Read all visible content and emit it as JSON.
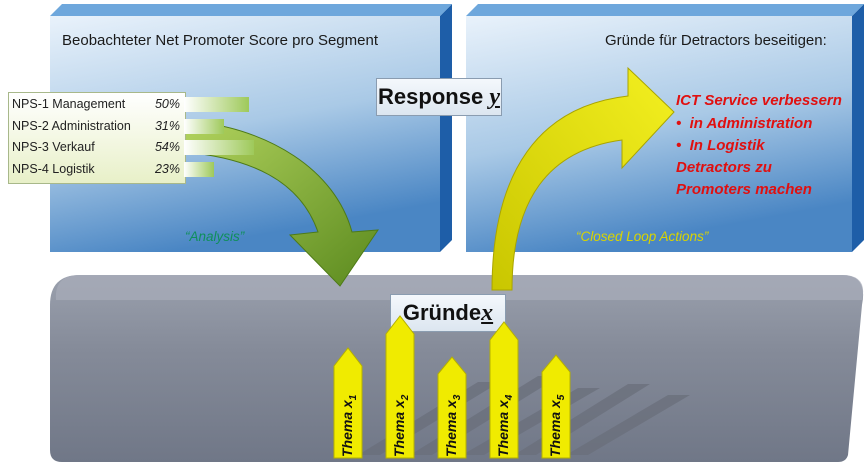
{
  "panels": {
    "left_title": "Beobachteter Net Promoter Score pro Segment",
    "right_title": "Gründe für Detractors beseitigen:"
  },
  "segments": [
    {
      "label": "NPS-1  Management",
      "value": "50%",
      "fraction": 0.5
    },
    {
      "label": "NPS-2  Administration",
      "value": "31%",
      "fraction": 0.31
    },
    {
      "label": "NPS-3  Verkauf",
      "value": "54%",
      "fraction": 0.54
    },
    {
      "label": "NPS-4  Logistik",
      "value": "23%",
      "fraction": 0.23
    }
  ],
  "response": {
    "label": "Response",
    "var": "y"
  },
  "gruende": {
    "label": "Gründe",
    "var": "x"
  },
  "arrows": {
    "analysis": "“Analysis”",
    "closed_loop": "“Closed Loop Actions”"
  },
  "actions": {
    "line1": "ICT Service verbessern",
    "bullet1": "in Administration",
    "bullet2": "In Logistik",
    "line4": "Detractors zu",
    "line5": "Promoters machen"
  },
  "themes": [
    {
      "label": "Thema x",
      "sub": "1"
    },
    {
      "label": "Thema x",
      "sub": "2"
    },
    {
      "label": "Thema x",
      "sub": "3"
    },
    {
      "label": "Thema x",
      "sub": "4"
    },
    {
      "label": "Thema x",
      "sub": "5"
    }
  ],
  "colors": {
    "accent_red": "#e01010",
    "green_arrow": "#7fae2e",
    "yellow_arrow": "#e8e400"
  }
}
